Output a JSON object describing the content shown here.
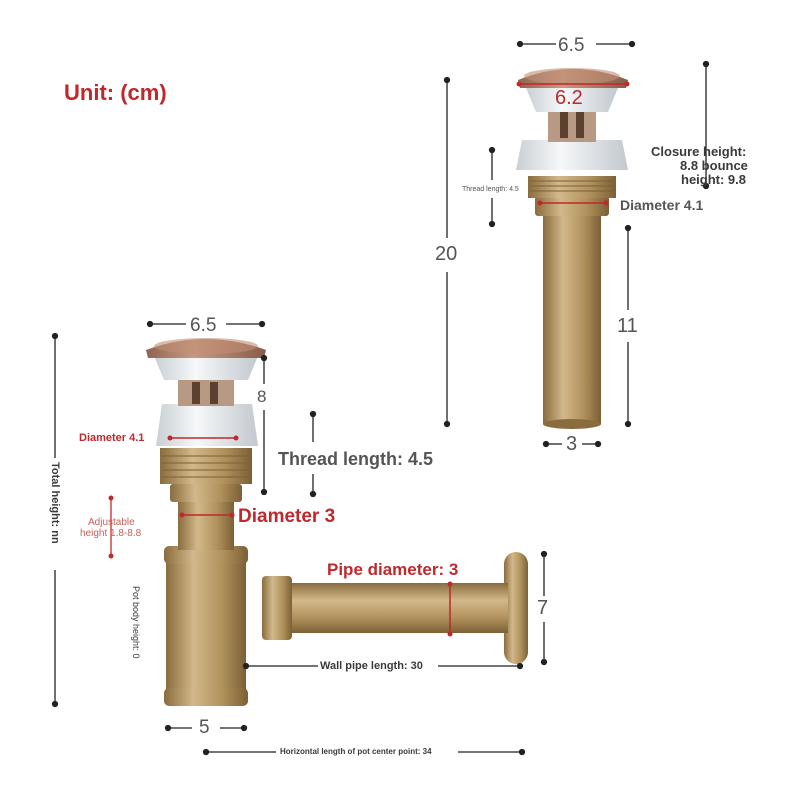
{
  "colors": {
    "brass": "#b89a64",
    "brass_dark": "#8a6c3e",
    "copper": "#a87a62",
    "porcelain": "#e9ecee",
    "red": "#c0282c",
    "line": "#222222"
  },
  "unit_label": "Unit: (cm)",
  "top_detail": {
    "cap_width": "6.5",
    "cap_inner_diameter": "6.2",
    "closure_height": "Closure height:",
    "closure_value": "8.8 bounce",
    "bounce_height": "height: 9.8",
    "thread_length": "Thread length: 4.5",
    "diameter": "Diameter 4.1",
    "total_height": "20",
    "tail_length": "11",
    "tail_diameter": "3"
  },
  "main_assembly": {
    "cap_width": "6.5",
    "cap_height": "8",
    "diameter_top": "Diameter 4.1",
    "thread_length": "Thread length: 4.5",
    "diameter_pipe": "Diameter 3",
    "adjustable_height_line1": "Adjustable",
    "adjustable_height_line2": "height 1.8-8.8",
    "total_height": "Total height: nn",
    "pot_body_height": "Pot body height: 0",
    "pipe_diameter": "Pipe diameter: 3",
    "flange_height": "7",
    "wall_pipe_length": "Wall pipe length: 30",
    "pot_width": "5",
    "horizontal_length": "Horizontal length of pot center point: 34"
  }
}
